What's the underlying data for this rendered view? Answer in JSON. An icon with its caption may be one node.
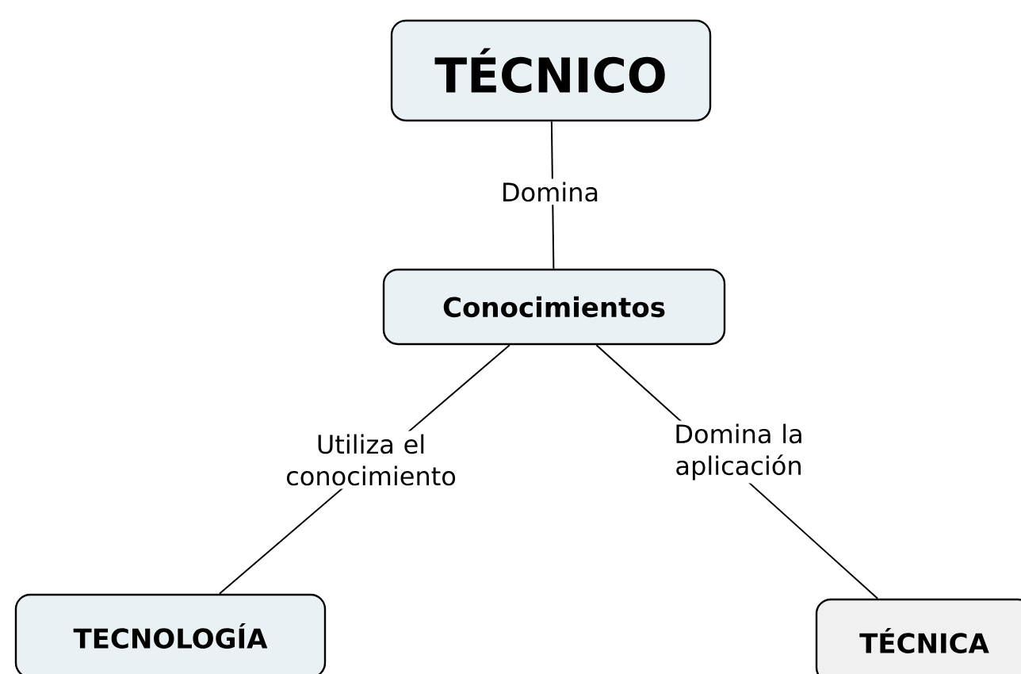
{
  "diagram": {
    "nodes": [
      {
        "text": [
          "TÉCNICO"
        ]
      },
      {
        "text": [
          "Conocimientos"
        ]
      },
      {
        "text": [
          "TECNOLOGÍA"
        ]
      },
      {
        "text": [
          "TÉCNICA"
        ]
      }
    ],
    "edges": [
      {
        "from": 0,
        "to": 1,
        "arrow": "none",
        "label": "Domina"
      },
      {
        "from": 1,
        "to": 2,
        "arrow": "none",
        "label": "Utiliza el conocimiento"
      },
      {
        "from": 1,
        "to": 3,
        "arrow": "none",
        "label": "Domina la aplicación"
      }
    ]
  }
}
